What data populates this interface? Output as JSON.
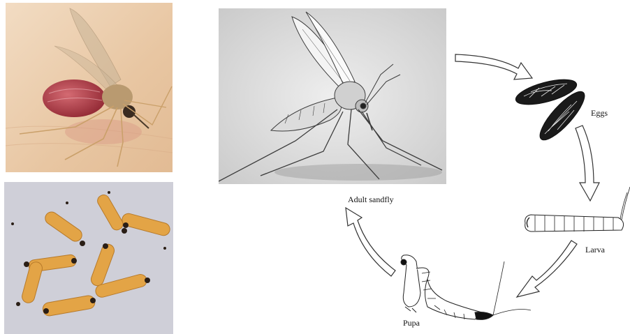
{
  "lifecycle": {
    "stages": {
      "adult": "Adult sandfly",
      "eggs": "Eggs",
      "larva": "Larva",
      "pupa": "Pupa"
    }
  },
  "colors": {
    "skin": "#e8c9a8",
    "blood": "#a8333d",
    "larva_body": "#e3a446",
    "photo_bg": "#ccccd6",
    "sketch_bg": "#d6d6d6"
  }
}
